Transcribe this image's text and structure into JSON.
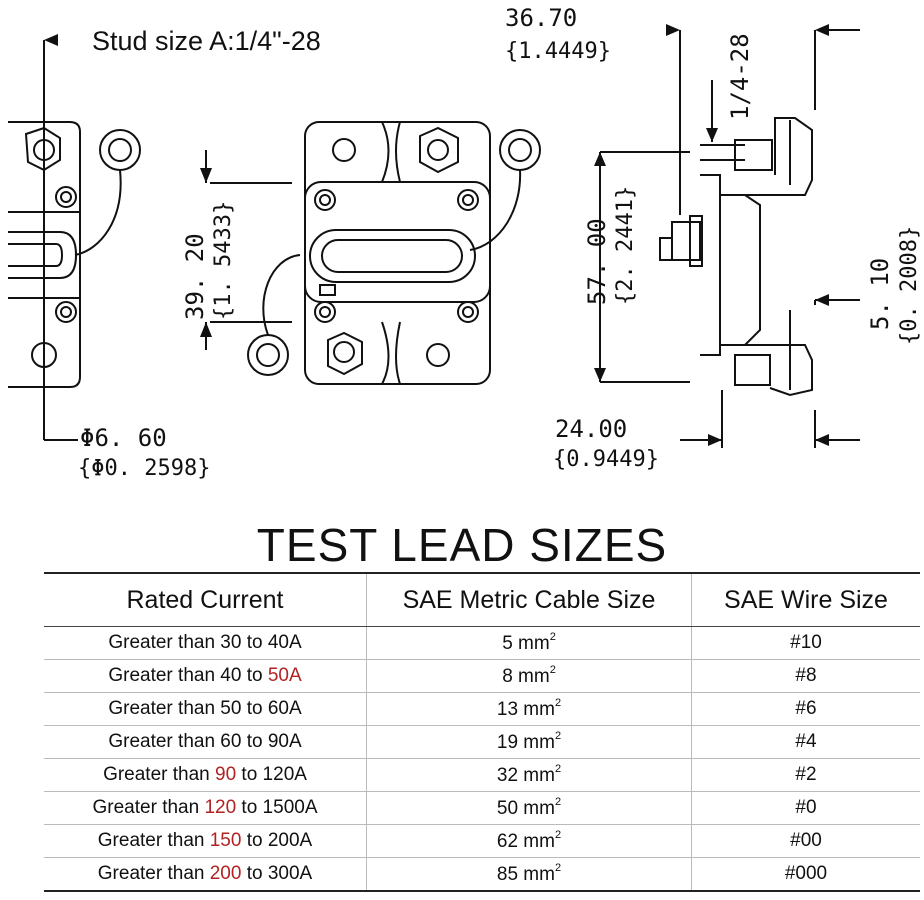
{
  "drawing": {
    "stud_size": "Stud size A:1/4\"-28",
    "dim_width_mm": "36.70",
    "dim_width_in": "{1.4449}",
    "dim_thread": "1/4-28",
    "dim_height_mm": "57. 00",
    "dim_height_in": "{2. 2441}",
    "dim_pitch_mm": "39. 20",
    "dim_pitch_in": "{1. 5433}",
    "dim_hole_mm": "Φ6. 60",
    "dim_hole_in": "{Φ0. 2598}",
    "dim_depth_mm": "24.00",
    "dim_depth_in": "{0.9449}",
    "dim_flange_mm": "5. 10",
    "dim_flange_in": "{0. 2008}"
  },
  "table": {
    "title": "TEST LEAD SIZES",
    "headers": [
      "Rated Current",
      "SAE Metric Cable Size",
      "SAE Wire Size"
    ],
    "rows": [
      {
        "pre": "Greater than 30 to ",
        "hi1": "",
        "mid": "",
        "hi2": "",
        "post": "40A",
        "cable": "5 mm",
        "sup": "2",
        "wire": "#10"
      },
      {
        "pre": "Greater than 40 to ",
        "hi1": "",
        "mid": "",
        "hi2": "50A",
        "post": "",
        "cable": "8 mm",
        "sup": "2",
        "wire": "#8"
      },
      {
        "pre": "Greater than 50 to 60A",
        "hi1": "",
        "mid": "",
        "hi2": "",
        "post": "",
        "cable": "13 mm",
        "sup": "2",
        "wire": "#6"
      },
      {
        "pre": "Greater than 60 to 90A",
        "hi1": "",
        "mid": "",
        "hi2": "",
        "post": "",
        "cable": "19 mm",
        "sup": "2",
        "wire": "#4"
      },
      {
        "pre": "Greater than ",
        "hi1": "90",
        "mid": " to 120A",
        "hi2": "",
        "post": "",
        "cable": "32 mm",
        "sup": "2",
        "wire": "#2"
      },
      {
        "pre": "Greater than ",
        "hi1": "120",
        "mid": " to 1500A",
        "hi2": "",
        "post": "",
        "cable": "50 mm",
        "sup": "2",
        "wire": "#0"
      },
      {
        "pre": "Greater than ",
        "hi1": "150",
        "mid": " to 200A",
        "hi2": "",
        "post": "",
        "cable": "62 mm",
        "sup": "2",
        "wire": "#00"
      },
      {
        "pre": "Greater than ",
        "hi1": "200",
        "mid": " to 300A",
        "hi2": "",
        "post": "",
        "cable": "85 mm",
        "sup": "2",
        "wire": "#000"
      }
    ]
  }
}
